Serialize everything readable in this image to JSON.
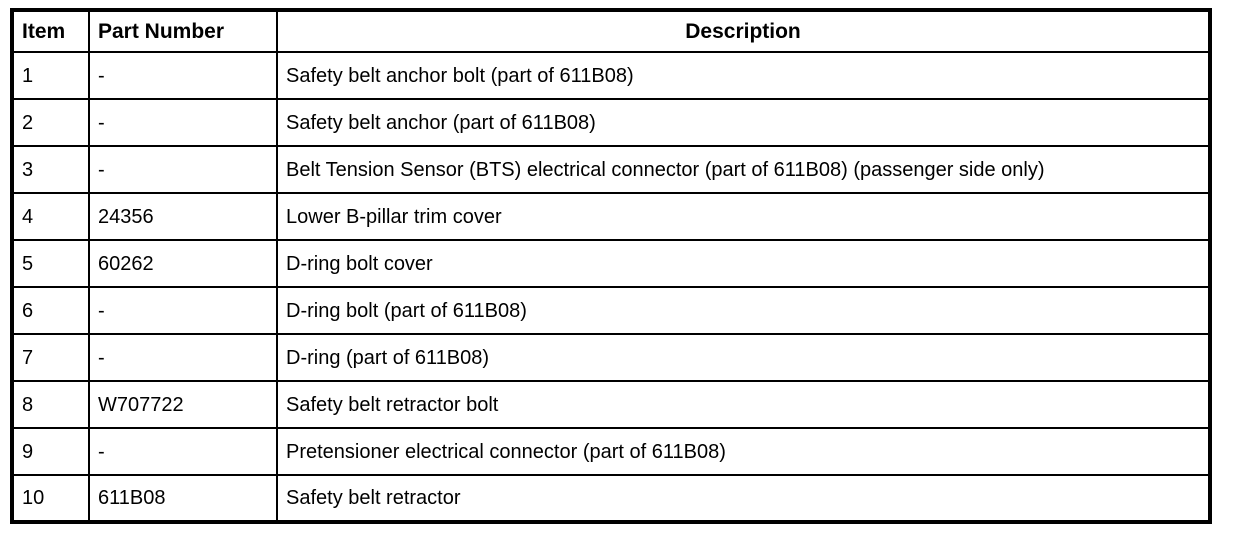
{
  "table": {
    "columns": [
      "Item",
      "Part Number",
      "Description"
    ],
    "rows": [
      {
        "item": "1",
        "part_number": "-",
        "description": "Safety belt anchor bolt (part of 611B08)"
      },
      {
        "item": "2",
        "part_number": "-",
        "description": "Safety belt anchor (part of 611B08)"
      },
      {
        "item": "3",
        "part_number": "-",
        "description": "Belt Tension Sensor (BTS) electrical connector (part of 611B08) (passenger side only)"
      },
      {
        "item": "4",
        "part_number": "24356",
        "description": "Lower B-pillar trim cover"
      },
      {
        "item": "5",
        "part_number": "60262",
        "description": "D-ring bolt cover"
      },
      {
        "item": "6",
        "part_number": "-",
        "description": "D-ring bolt (part of 611B08)"
      },
      {
        "item": "7",
        "part_number": "-",
        "description": "D-ring (part of 611B08)"
      },
      {
        "item": "8",
        "part_number": "W707722",
        "description": "Safety belt retractor bolt"
      },
      {
        "item": "9",
        "part_number": "-",
        "description": "Pretensioner electrical connector (part of 611B08)"
      },
      {
        "item": "10",
        "part_number": "611B08",
        "description": "Safety belt retractor"
      }
    ],
    "colors": {
      "border": "#000000",
      "text": "#000000",
      "background": "#ffffff"
    }
  }
}
